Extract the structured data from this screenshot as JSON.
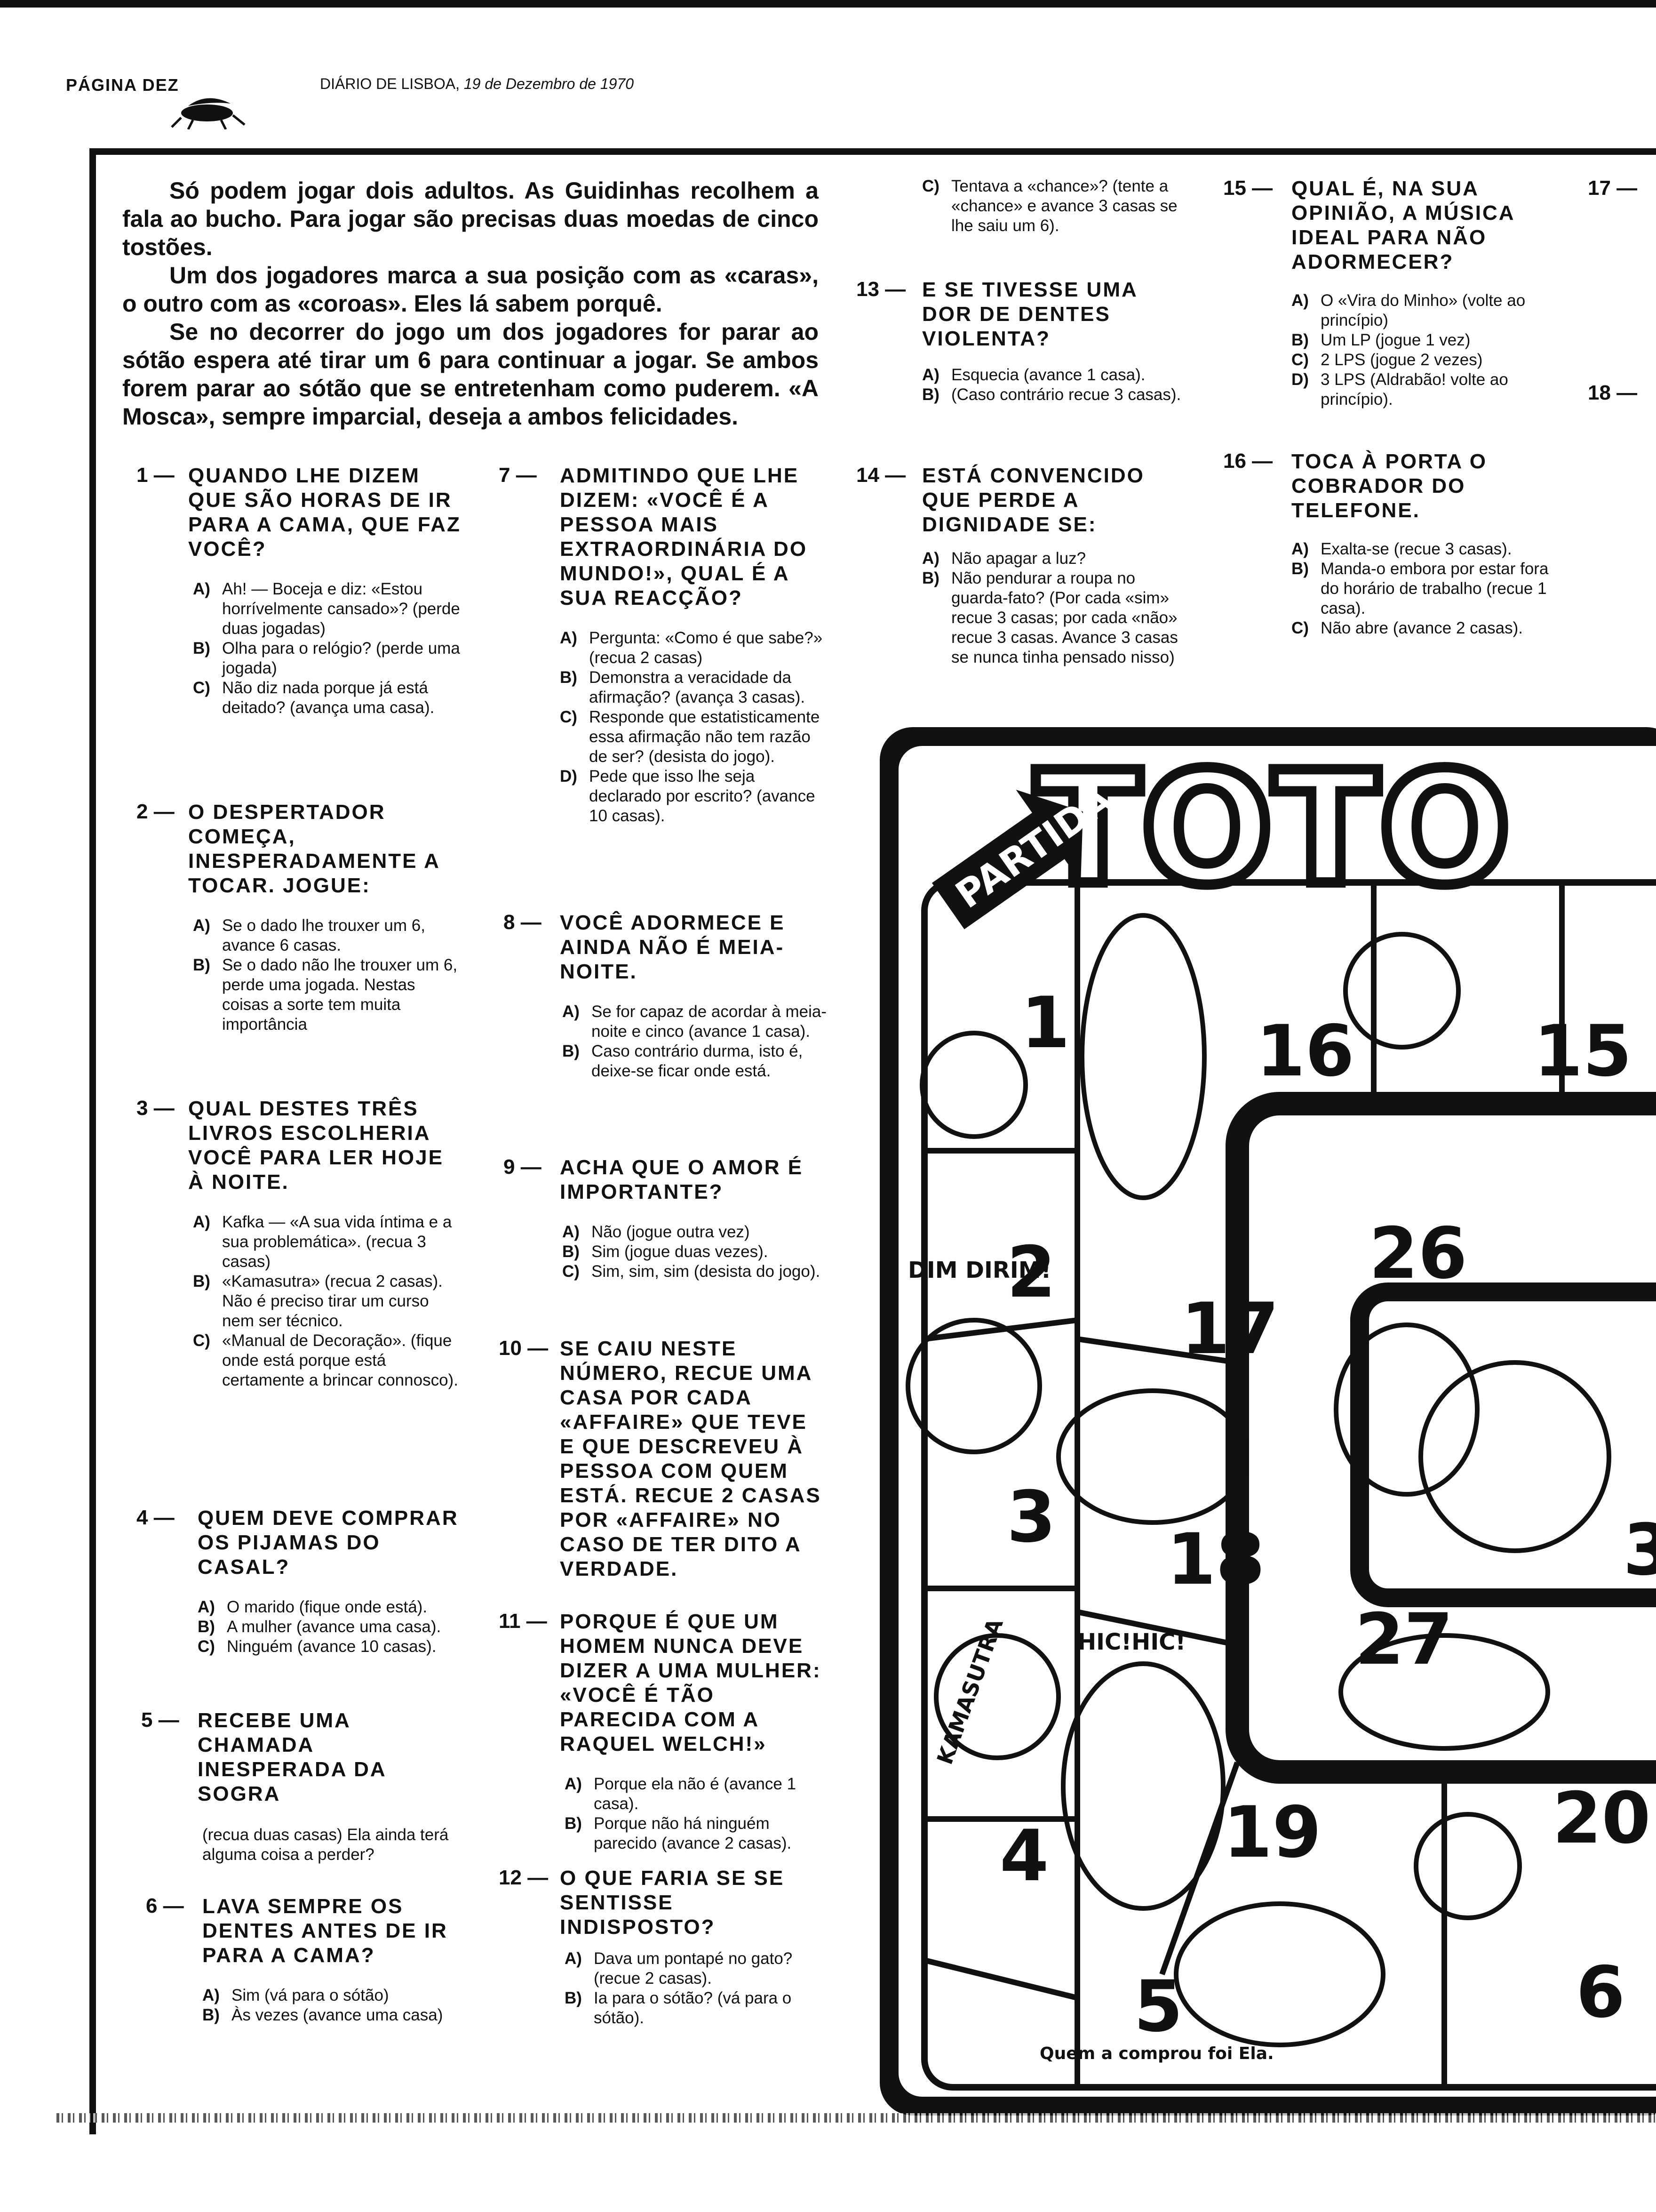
{
  "header": {
    "page": "PÁGINA DEZ",
    "paper": "DIÁRIO DE LISBOA,",
    "date": "19 de Dezembro de 1970"
  },
  "intro": [
    "Só podem jogar dois adultos. As Guidinhas recolhem a fala ao bucho. Para jogar são precisas duas moedas de cinco tostões.",
    "Um dos jogadores marca a sua posição com as «caras», o outro com as «coroas». Eles lá sabem porquê.",
    "Se no decorrer do jogo um dos jogadores for parar ao sótão espera até tirar um 6 para continuar a jogar. Se ambos forem parar ao sótão que se entretenham como puderem. «A Mosca», sempre imparcial, deseja a ambos felicidades."
  ],
  "questions": [
    {
      "num": "1 —",
      "title": "QUANDO LHE DIZEM QUE SÃO HORAS DE IR PARA A CAMA, QUE FAZ VOCÊ?",
      "options": [
        {
          "l": "A)",
          "t": "Ah! — Boceja e diz: «Estou horrívelmente cansado»? (perde duas jogadas)"
        },
        {
          "l": "B)",
          "t": "Olha para o relógio? (perde uma jogada)"
        },
        {
          "l": "C)",
          "t": "Não diz nada porque já está deitado? (avança uma casa)."
        }
      ]
    },
    {
      "num": "2 —",
      "title": "O DESPERTADOR COMEÇA, INESPERADAMENTE A TOCAR. JOGUE:",
      "options": [
        {
          "l": "A)",
          "t": "Se o dado lhe trouxer um 6, avance 6 casas."
        },
        {
          "l": "B)",
          "t": "Se o dado não lhe trouxer um 6, perde uma jogada. Nestas coisas a sorte tem muita importância"
        }
      ]
    },
    {
      "num": "3 —",
      "title": "QUAL DESTES TRÊS LIVROS ESCOLHERIA VOCÊ PARA LER HOJE À NOITE.",
      "options": [
        {
          "l": "A)",
          "t": "Kafka — «A sua vida íntima e a sua problemática». (recua 3 casas)"
        },
        {
          "l": "B)",
          "t": "«Kamasutra» (recua 2 casas). Não é preciso tirar um curso nem ser técnico."
        },
        {
          "l": "C)",
          "t": "«Manual de Decoração». (fique onde está porque está certamente a brincar connosco)."
        }
      ]
    },
    {
      "num": "4 —",
      "title": "QUEM DEVE COMPRAR OS PIJAMAS DO CASAL?",
      "options": [
        {
          "l": "A)",
          "t": "O marido (fique onde está)."
        },
        {
          "l": "B)",
          "t": "A mulher (avance uma casa)."
        },
        {
          "l": "C)",
          "t": "Ninguém (avance 10 casas)."
        }
      ]
    },
    {
      "num": "5 —",
      "title": "RECEBE UMA CHAMADA INESPERADA DA SOGRA",
      "note": "(recua duas casas) Ela ainda terá alguma coisa a perder?",
      "options": []
    },
    {
      "num": "6 —",
      "title": "LAVA SEMPRE OS DENTES ANTES DE IR PARA A CAMA?",
      "options": [
        {
          "l": "A)",
          "t": "Sim (vá para o sótão)"
        },
        {
          "l": "B)",
          "t": "Às vezes (avance uma casa)"
        }
      ]
    },
    {
      "num": "7 —",
      "title": "ADMITINDO QUE LHE DIZEM: «VOCÊ É A PESSOA MAIS EXTRAORDINÁRIA DO MUNDO!», QUAL É A SUA REACÇÃO?",
      "options": [
        {
          "l": "A)",
          "t": "Pergunta: «Como é que sabe?» (recua 2 casas)"
        },
        {
          "l": "B)",
          "t": "Demonstra a veracidade da afirmação? (avança 3 casas)."
        },
        {
          "l": "C)",
          "t": "Responde que estatisticamente essa afirmação não tem razão de ser? (desista do jogo)."
        },
        {
          "l": "D)",
          "t": "Pede que isso lhe seja declarado por escrito? (avance 10 casas)."
        }
      ]
    },
    {
      "num": "8 —",
      "title": "VOCÊ ADORMECE E AINDA NÃO É MEIA-NOITE.",
      "options": [
        {
          "l": "A)",
          "t": "Se for capaz de acordar à meia-noite e cinco (avance 1 casa)."
        },
        {
          "l": "B)",
          "t": "Caso contrário durma, isto é, deixe-se ficar onde está."
        }
      ]
    },
    {
      "num": "9 —",
      "title": "ACHA QUE O AMOR É IMPORTANTE?",
      "options": [
        {
          "l": "A)",
          "t": "Não (jogue outra vez)"
        },
        {
          "l": "B)",
          "t": "Sim (jogue duas vezes)."
        },
        {
          "l": "C)",
          "t": "Sim, sim, sim (desista do jogo)."
        }
      ]
    },
    {
      "num": "10 —",
      "title": "SE CAIU NESTE NÚMERO, RECUE UMA CASA POR CADA «AFFAIRE» QUE TEVE E QUE DESCREVEU À PESSOA COM QUEM ESTÁ. RECUE 2 CASAS POR «AFFAIRE» NO CASO DE TER DITO A VERDADE.",
      "options": []
    },
    {
      "num": "11 —",
      "title": "PORQUE É QUE UM HOMEM NUNCA DEVE DIZER A UMA MULHER: «VOCÊ É TÃO PARECIDA COM A RAQUEL WELCH!»",
      "options": [
        {
          "l": "A)",
          "t": "Porque ela não é (avance 1 casa)."
        },
        {
          "l": "B)",
          "t": "Porque não há ninguém parecido (avance 2 casas)."
        }
      ]
    },
    {
      "num": "12 —",
      "title": "O QUE FARIA SE SE SENTISSE INDISPOSTO?",
      "options": [
        {
          "l": "A)",
          "t": "Dava um pontapé no gato? (recue 2 casas)."
        },
        {
          "l": "B)",
          "t": "Ia para o sótão? (vá para o sótão)."
        }
      ]
    },
    {
      "num": "",
      "title": "",
      "options": [
        {
          "l": "C)",
          "t": "Tentava a «chance»? (tente a «chance» e avance 3 casas se lhe saiu um 6)."
        }
      ]
    },
    {
      "num": "13 —",
      "title": "E SE TIVESSE UMA DOR DE DENTES VIOLENTA?",
      "options": [
        {
          "l": "A)",
          "t": "Esquecia (avance 1 casa)."
        },
        {
          "l": "B)",
          "t": "(Caso contrário recue 3 casas)."
        }
      ]
    },
    {
      "num": "14 —",
      "title": "ESTÁ CONVENCIDO QUE PERDE A DIGNIDADE SE:",
      "options": [
        {
          "l": "A)",
          "t": "Não apagar a luz?"
        },
        {
          "l": "B)",
          "t": "Não pendurar a roupa no guarda-fato? (Por cada «sim» recue 3 casas; por cada «não» recue 3 casas. Avance 3 casas se nunca tinha pensado nisso)"
        }
      ]
    },
    {
      "num": "15 —",
      "title": "QUAL É, NA SUA OPINIÃO, A MÚSICA IDEAL PARA NÃO ADORMECER?",
      "options": [
        {
          "l": "A)",
          "t": "O «Vira do Minho» (volte ao princípio)"
        },
        {
          "l": "B)",
          "t": "Um LP (jogue 1 vez)"
        },
        {
          "l": "C)",
          "t": "2 LPS (jogue 2 vezes)"
        },
        {
          "l": "D)",
          "t": "3 LPS (Aldrabão! volte ao princípio)."
        }
      ]
    },
    {
      "num": "16 —",
      "title": "TOCA À PORTA O COBRADOR DO TELEFONE.",
      "options": [
        {
          "l": "A)",
          "t": "Exalta-se (recue 3 casas)."
        },
        {
          "l": "B)",
          "t": "Manda-o embora por estar fora do horário de trabalho (recue 1 casa)."
        },
        {
          "l": "C)",
          "t": "Não abre (avance 2 casas)."
        }
      ]
    },
    {
      "num": "17 —",
      "title": "",
      "options": []
    },
    {
      "num": "18 —",
      "title": "",
      "options": []
    }
  ],
  "board": {
    "title": "TOTO",
    "start": "PARTIDA",
    "speech1": "DIM DIRIM!",
    "speech2": "HIC!HIC!",
    "speech3": "Quem a comprou foi Ela.",
    "book": "KAMASUTRA",
    "squares": [
      "1",
      "2",
      "3",
      "4",
      "5",
      "6",
      "15",
      "16",
      "17",
      "18",
      "19",
      "20",
      "26",
      "27",
      "3"
    ]
  }
}
